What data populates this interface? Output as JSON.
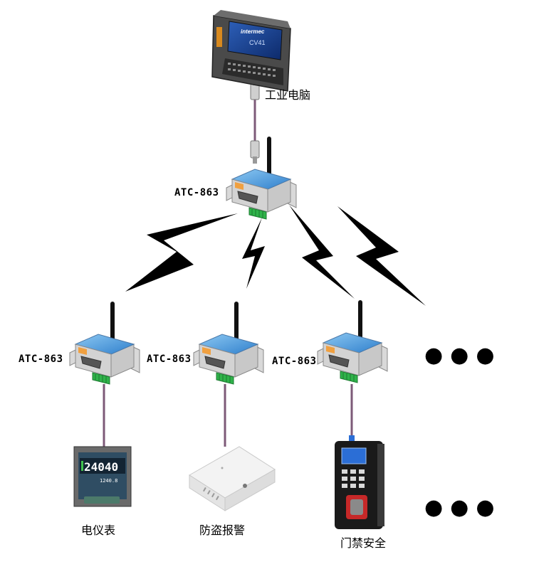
{
  "computer": {
    "brand": "intermec",
    "model": "CV41",
    "label": "工业电脑"
  },
  "hub": {
    "label": "ATC-863"
  },
  "nodes": [
    {
      "label": "ATC-863",
      "device_label": "电仪表",
      "meter_reading": "24040",
      "meter_sub": "1240.8"
    },
    {
      "label": "ATC-863",
      "device_label": "防盗报警"
    },
    {
      "label": "ATC-863",
      "device_label": "门禁安全"
    }
  ],
  "more": {
    "top": "●●●",
    "bottom": "●●●"
  },
  "colors": {
    "cable": "#7d5a78",
    "lightning": "#000000",
    "device_blue": "#3f8fd6",
    "device_grey": "#c9c9c9",
    "terminal_green": "#2fb34a"
  }
}
